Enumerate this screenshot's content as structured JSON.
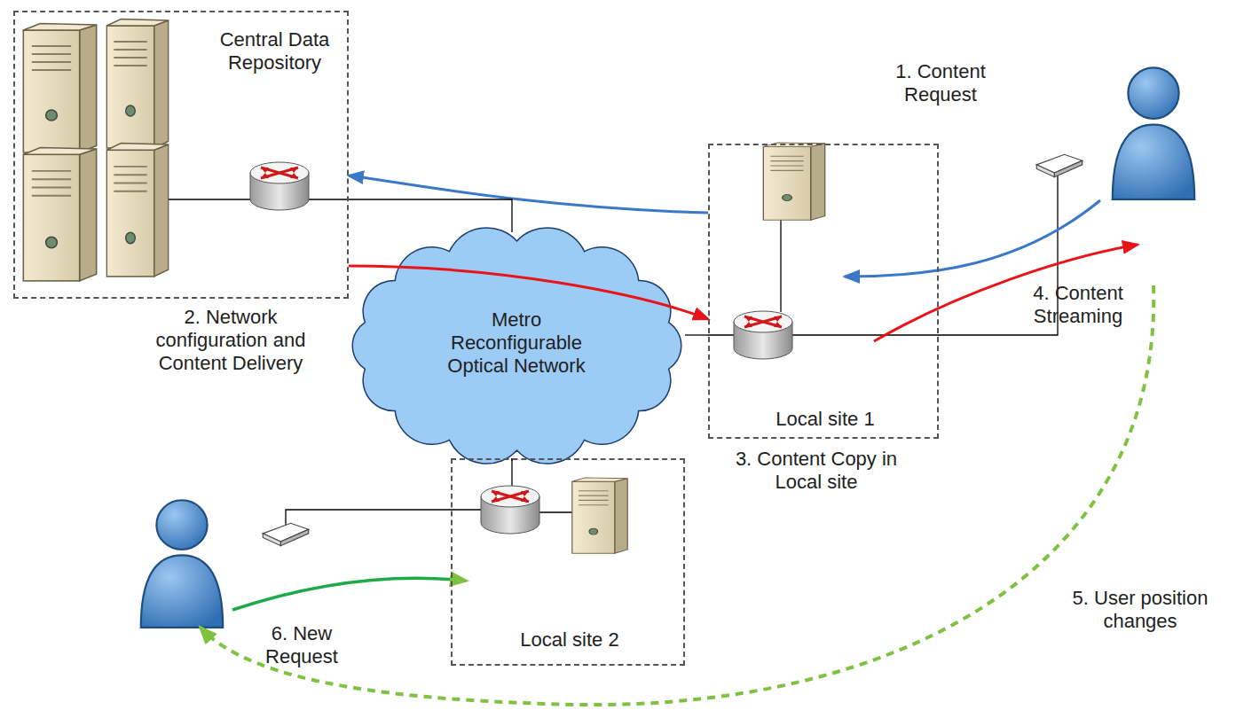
{
  "diagram": {
    "nodes": [
      {
        "text": [
          "Central Data Repository"
        ]
      },
      {
        "text": [
          "Metro Reconfigurable Optical Network"
        ]
      },
      {
        "text": [
          "Local site 1"
        ]
      },
      {
        "text": [
          "Local site 2"
        ]
      }
    ],
    "edges": [
      {
        "from": 2,
        "to": 0,
        "arrow": "to"
      },
      {
        "from": 0,
        "to": 2,
        "label": "2. Network configuration and Content Delivery",
        "arrow": "to"
      },
      {
        "from": 0,
        "to": 1,
        "arrow": "none"
      },
      {
        "from": 1,
        "to": 2,
        "arrow": "none"
      },
      {
        "from": 1,
        "to": 3,
        "arrow": "none"
      }
    ],
    "labels": [
      "1. Content Request",
      "3. Content Copy in Local site",
      "4. Content Streaming",
      "5. User position changes",
      "6. New Request"
    ]
  }
}
